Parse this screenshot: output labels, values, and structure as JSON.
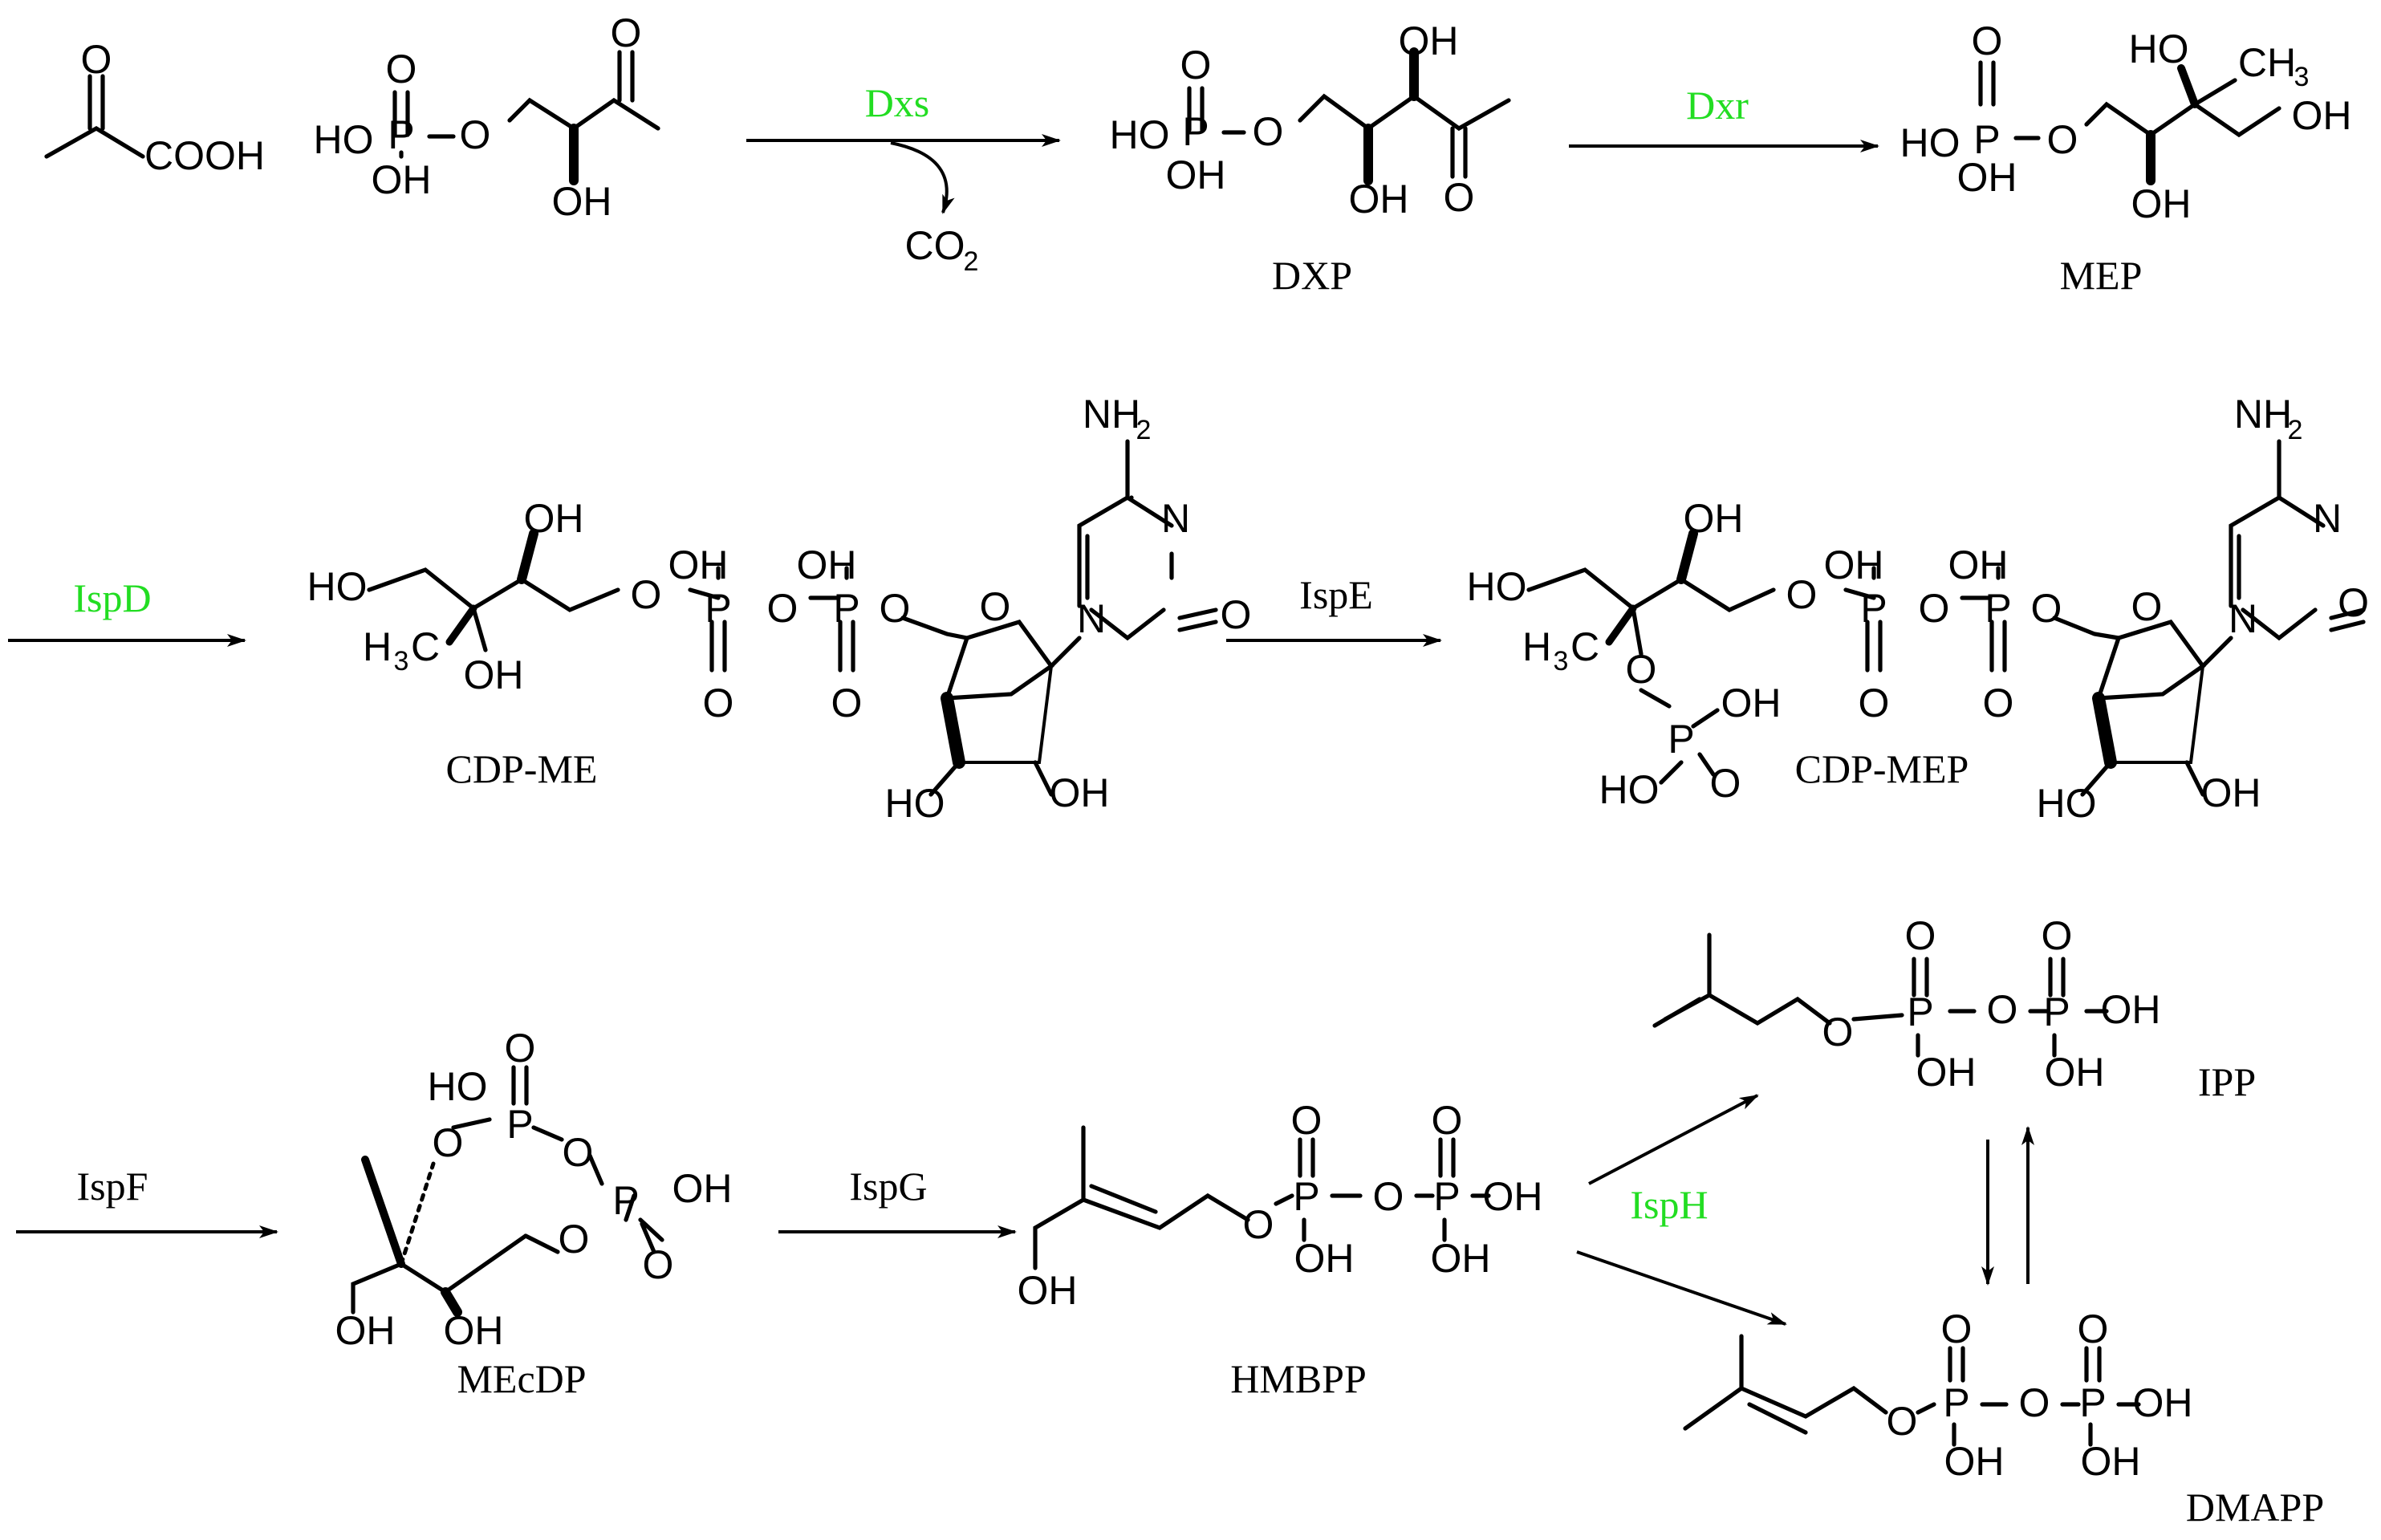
{
  "compounds": {
    "dxp": "DXP",
    "mep": "MEP",
    "cdp_me": "CDP-ME",
    "cdp_mep": "CDP-MEP",
    "mecdp": "MEcDP",
    "hmbpp": "HMBPP",
    "ipp": "IPP",
    "dmapp": "DMAPP"
  },
  "enzymes": {
    "dxs": "Dxs",
    "dxr": "Dxr",
    "ispd": "IspD",
    "ispe": "IspE",
    "ispf": "IspF",
    "ispg": "IspG",
    "isph": "IspH"
  },
  "byproducts": {
    "co2": "CO"
  },
  "atoms": {
    "o": "O",
    "oh": "OH",
    "ho": "HO",
    "p": "P",
    "cooh": "COOH",
    "nh": "NH",
    "n": "N",
    "h3c_h": "H",
    "h3c_c": "C",
    "ch": "CH",
    "two": "2",
    "three": "3"
  },
  "colors": {
    "enzyme_highlight": "#22dd22",
    "enzyme_plain": "#000000"
  }
}
